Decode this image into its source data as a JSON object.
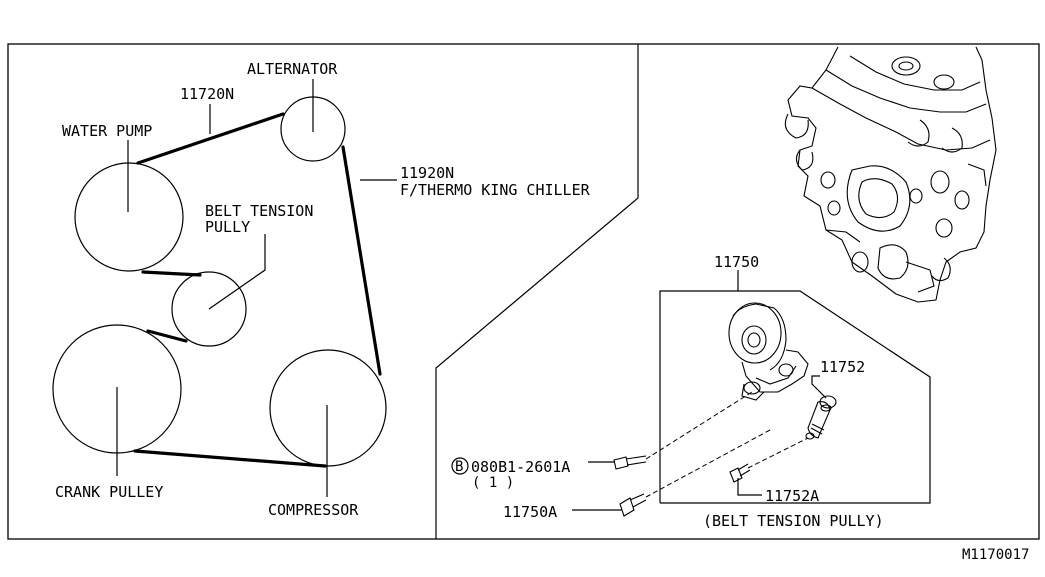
{
  "labels": {
    "alternator": "ALTERNATOR",
    "belt_alt": "11720N",
    "water_pump": "WATER PUMP",
    "belt_chiller_num": "11920N",
    "belt_chiller_desc": "F/THERMO KING CHILLER",
    "belt_tension_line1": "BELT TENSION",
    "belt_tension_line2": "PULLY",
    "crank_pulley": "CRANK PULLEY",
    "compressor": "COMPRESSOR",
    "assy": "11750",
    "damper": "11752",
    "bolt_symbol": "B",
    "bolt_part": "080B1-2601A",
    "bolt_qty": "( 1 )",
    "bolt_11750a": "11750A",
    "bolt_11752a": "11752A",
    "caption": "(BELT TENSION PULLY)",
    "figure_id": "M1170017"
  }
}
